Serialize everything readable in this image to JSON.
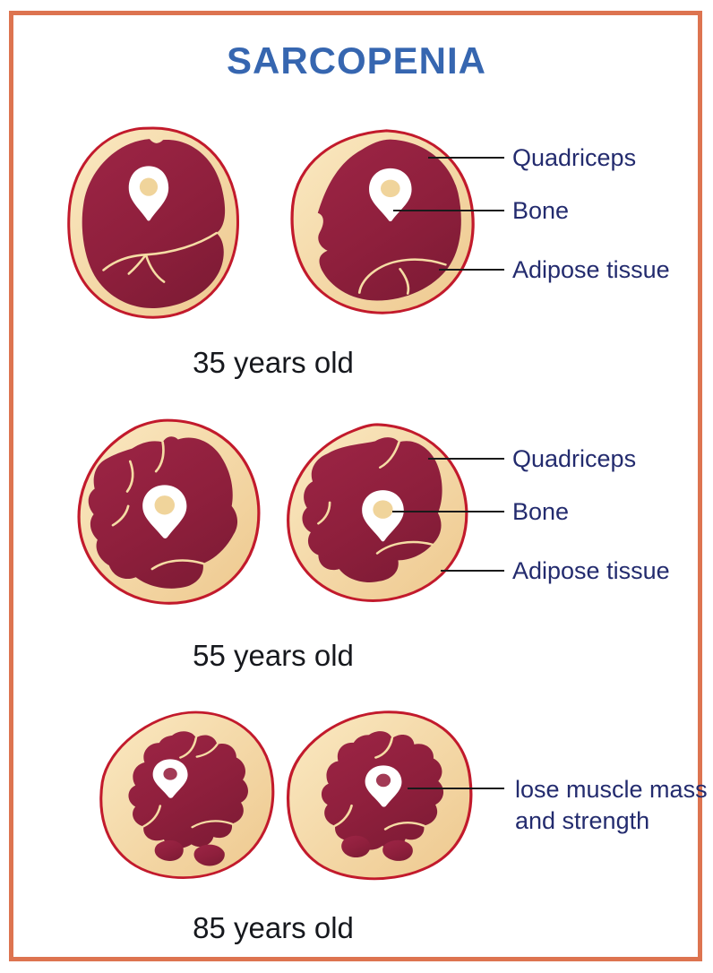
{
  "title": "SARCOPENIA",
  "palette": {
    "frame_border_orange": "#DD7450",
    "title_blue": "#3666B0",
    "annotation_label_navy": "#232B6E",
    "age_text_black": "#16181D",
    "annotation_line_black": "#1A1A1A",
    "muscle_dark_red_light": "#9B2444",
    "muscle_dark_red_dark": "#7E1B35",
    "adipose_cream_light": "#FAE9C2",
    "adipose_cream_dark": "#EEC88E",
    "outline_red": "#C21A2C",
    "bone_white": "#FFFFFF",
    "bone_marrow_tan": "#F0D49B",
    "bone_marrow_maroon": "#A23A55"
  },
  "rows": [
    {
      "age": "35 years old",
      "annotations": [
        {
          "text": "Quadriceps"
        },
        {
          "text": "Bone"
        },
        {
          "text": "Adipose tissue"
        }
      ]
    },
    {
      "age": "55 years old",
      "annotations": [
        {
          "text": "Quadriceps"
        },
        {
          "text": "Bone"
        },
        {
          "text": "Adipose tissue"
        }
      ]
    },
    {
      "age": "85 years old",
      "annotations": [
        {
          "text": "lose muscle mass"
        },
        {
          "text": "and strength"
        }
      ]
    }
  ]
}
